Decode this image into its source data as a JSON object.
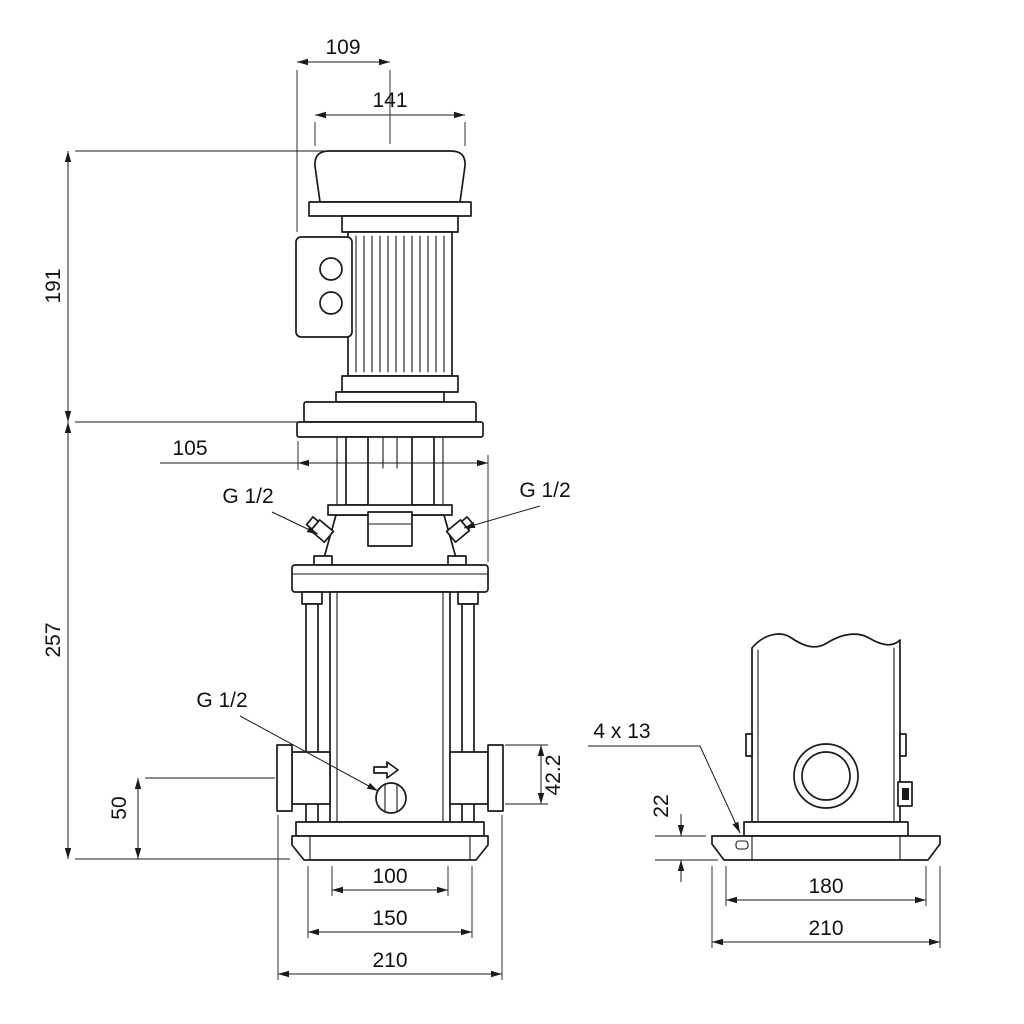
{
  "meta": {
    "title": "Pump dimensional drawing"
  },
  "colors": {
    "ink": "#1a1a1a",
    "paper": "#ffffff"
  },
  "front_view": {
    "dim_109": "109",
    "dim_141": "141",
    "dim_191": "191",
    "dim_105": "105",
    "dim_257": "257",
    "dim_50": "50",
    "dim_42_2": "42.2",
    "dim_100": "100",
    "dim_150": "150",
    "dim_210": "210",
    "port_left_label": "G 1/2",
    "port_right_label": "G 1/2",
    "drain_label": "G 1/2"
  },
  "side_view": {
    "bolt_holes": "4 x 13",
    "dim_22": "22",
    "dim_180": "180",
    "dim_210": "210"
  }
}
